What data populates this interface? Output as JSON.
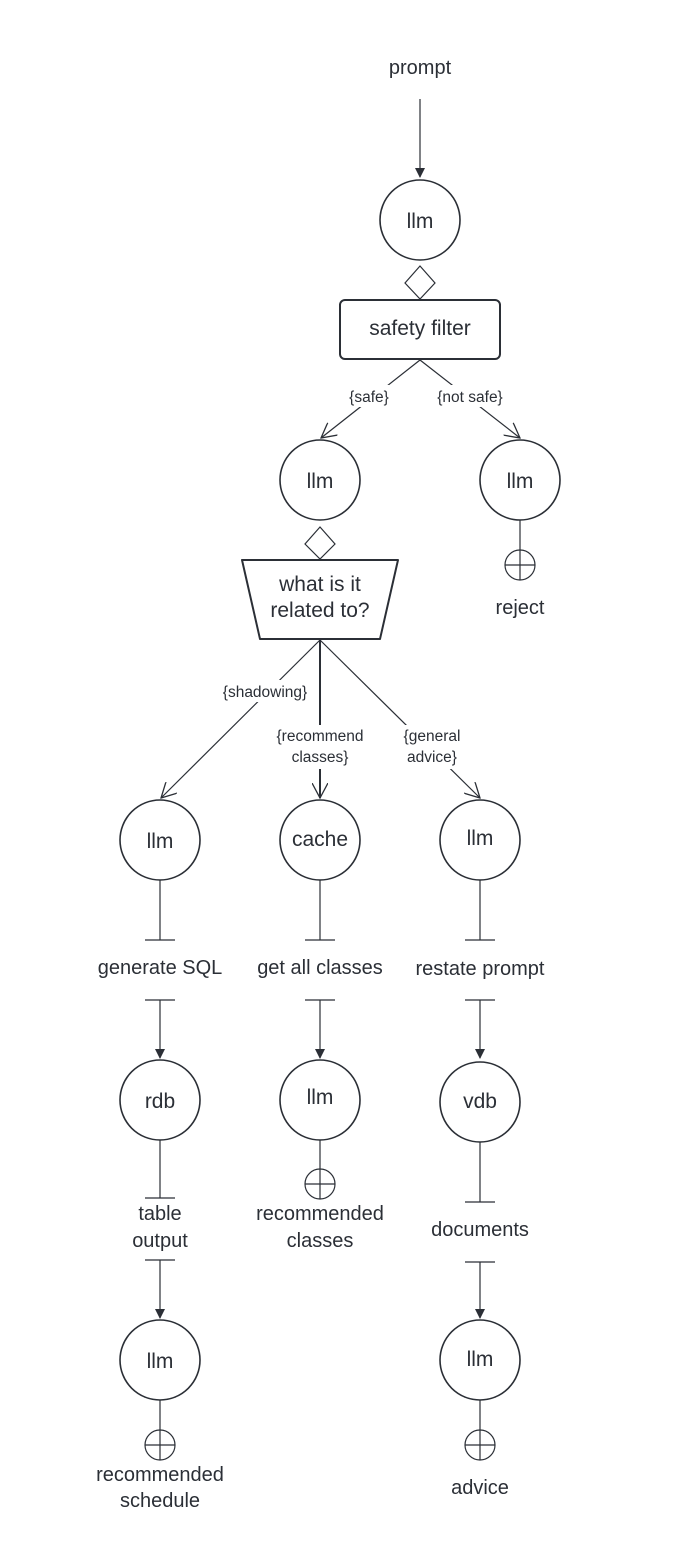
{
  "labels": {
    "prompt": "prompt",
    "reject": "reject",
    "generate_sql": "generate SQL",
    "get_all_classes": "get all classes",
    "restate_prompt": "restate prompt",
    "table_output_1": "table",
    "table_output_2": "output",
    "recommended_classes_1": "recommended",
    "recommended_classes_2": "classes",
    "documents": "documents",
    "recommended_schedule_1": "recommended",
    "recommended_schedule_2": "schedule",
    "advice": "advice"
  },
  "nodes": {
    "llm_top": "llm",
    "safety_filter": "safety filter",
    "llm_safe": "llm",
    "llm_not_safe": "llm",
    "question_1": "what is it",
    "question_2": "related to?",
    "llm_shadowing": "llm",
    "cache": "cache",
    "llm_advice": "llm",
    "rdb": "rdb",
    "llm_classes": "llm",
    "vdb": "vdb",
    "llm_schedule": "llm",
    "llm_final_advice": "llm"
  },
  "guards": {
    "safe": "{safe}",
    "not_safe": "{not safe}",
    "shadowing": "{shadowing}",
    "recommend_classes_1": "{recommend",
    "recommend_classes_2": "classes}",
    "general_advice_1": "{general",
    "general_advice_2": "advice}"
  },
  "colors": {
    "stroke": "#2b2f36",
    "background": "#ffffff"
  }
}
